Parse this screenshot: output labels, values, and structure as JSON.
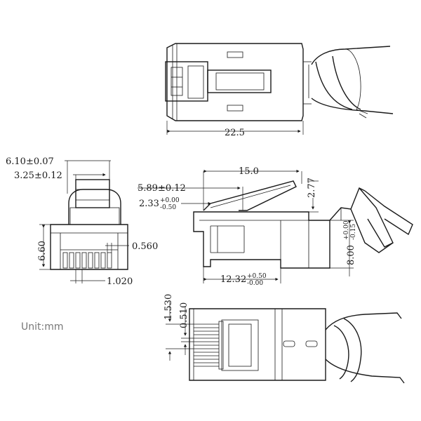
{
  "unit_label": "Unit:mm",
  "dimensions": {
    "total_length": "22.5",
    "width_outer": "6.10±0.07",
    "width_inner": "3.25±0.12",
    "height": "6.60",
    "pin_width": "0.560",
    "pin_pitch": "1.020",
    "body_length": "15.0",
    "latch_offset": "5.89±0.12",
    "latch_height": "2.77",
    "latch_depth_base": "2.33",
    "latch_depth_tol_plus": "+0.00",
    "latch_depth_tol_minus": "-0.50",
    "shield_height_base": "8.00",
    "shield_height_tol_plus": "+0.00",
    "shield_height_tol_minus": "-0.15",
    "contact_length_base": "12.32",
    "contact_length_tol_plus": "+0.50",
    "contact_length_tol_minus": "-0.00",
    "contact_gap": "1.530",
    "contact_thickness": "0.510"
  }
}
